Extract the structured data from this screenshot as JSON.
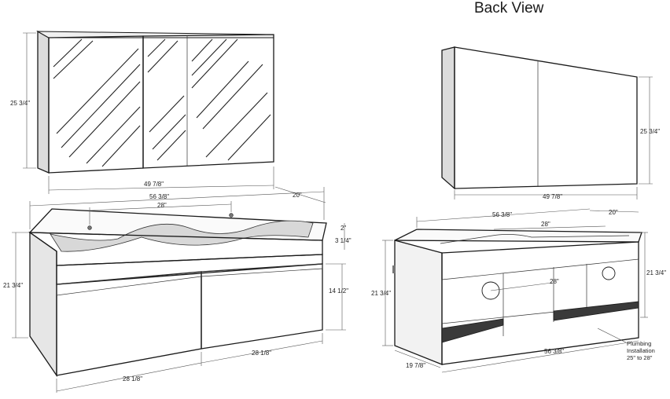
{
  "header": {
    "back_view_title": "Back View"
  },
  "front_view": {
    "mirror": {
      "height": "25 3/4\"",
      "width": "49 7/8\"",
      "depth": "20\""
    },
    "vanity": {
      "width": "56 3/8\"",
      "sink_spacing": "28\"",
      "top_thickness": "3 1/4\"",
      "top_tick": "2\"",
      "height": "21 3/4\"",
      "drawer_height": "14 1/2\"",
      "drawer_width_right": "28 1/8\"",
      "drawer_width_left": "28 1/8\""
    }
  },
  "back_view": {
    "mirror": {
      "height": "25 3/4\"",
      "width": "49 7/8\""
    },
    "vanity": {
      "width": "56 3/8\"",
      "depth": "20\"",
      "sink_spacing": "28\"",
      "sink_label": "28\"",
      "height_left": "21 3/4\"",
      "height_right": "21 3/4\"",
      "depth_bottom": "19 7/8\"",
      "width_bottom": "56 3/8\"",
      "plumbing_note": [
        "Plumbing",
        "Installation",
        "25\" to 28\""
      ]
    }
  },
  "colors": {
    "cabinet_fill": "#ffffff",
    "shelf_fill": "#3a3a3a",
    "side_fill": "#e6e6e6"
  }
}
